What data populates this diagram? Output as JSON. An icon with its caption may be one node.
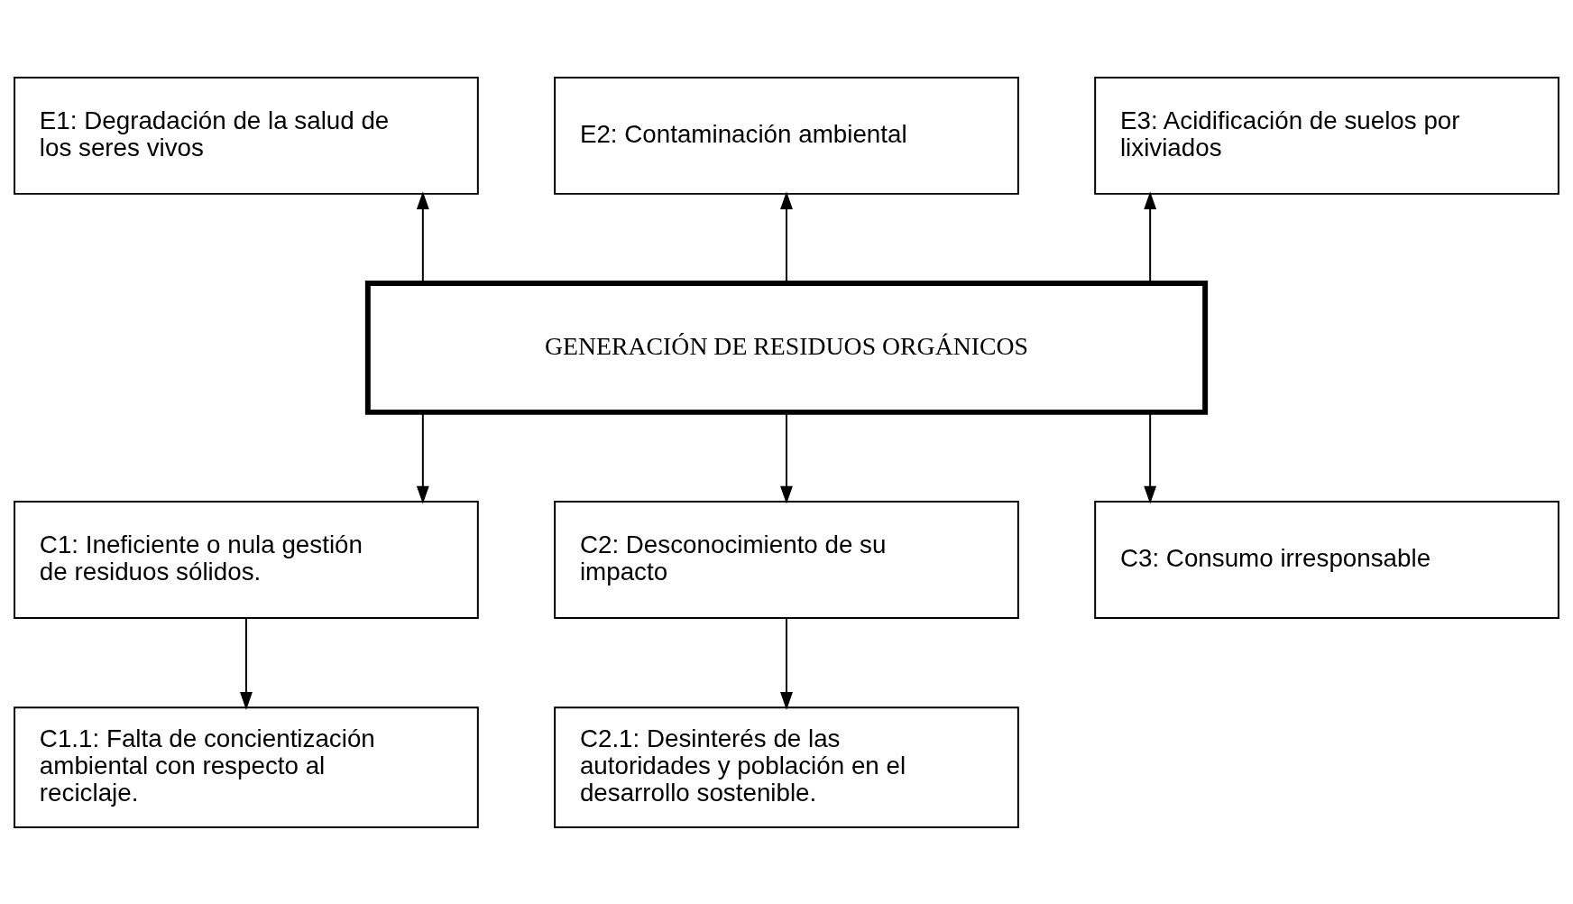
{
  "diagram": {
    "nodes": [
      {
        "text": [
          "E1: Degradación de la salud de los seres vivos"
        ]
      },
      {
        "text": [
          "E2: Contaminación ambiental"
        ]
      },
      {
        "text": [
          "E3: Acidificación de suelos por lixiviados"
        ]
      },
      {
        "text": [
          "GENERACIÓN DE RESIDUOS ORGÁNICOS"
        ]
      },
      {
        "text": [
          "C1: Ineficiente o nula gestión de residuos sólidos."
        ]
      },
      {
        "text": [
          "C2: Desconocimiento de su impacto"
        ]
      },
      {
        "text": [
          "C3: Consumo irresponsable"
        ]
      },
      {
        "text": [
          "C1.1: Falta de concientización ambiental con respecto al reciclaje."
        ]
      },
      {
        "text": [
          "C2.1: Desinterés de las autoridades y población en el desarrollo sostenible."
        ]
      }
    ],
    "edges": [
      {
        "from": 3,
        "to": 0,
        "arrow": "to"
      },
      {
        "from": 3,
        "to": 1,
        "arrow": "to"
      },
      {
        "from": 3,
        "to": 2,
        "arrow": "to"
      },
      {
        "from": 3,
        "to": 4,
        "arrow": "to"
      },
      {
        "from": 3,
        "to": 5,
        "arrow": "to"
      },
      {
        "from": 3,
        "to": 6,
        "arrow": "to"
      },
      {
        "from": 4,
        "to": 7,
        "arrow": "to"
      },
      {
        "from": 5,
        "to": 8,
        "arrow": "to"
      }
    ]
  }
}
